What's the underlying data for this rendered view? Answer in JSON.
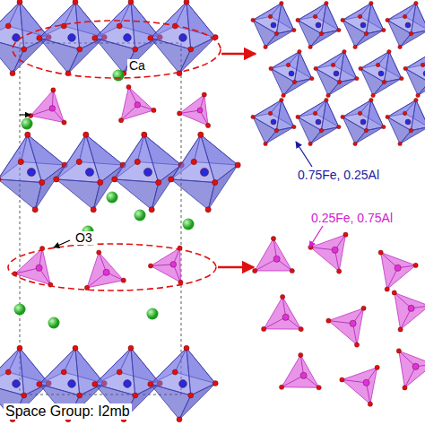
{
  "diagram": {
    "labels": [
      "Ca",
      "O3",
      "0.75Fe, 0.25Al",
      "0.25Fe, 0.75Al",
      "Space Group: I2mb"
    ]
  }
}
